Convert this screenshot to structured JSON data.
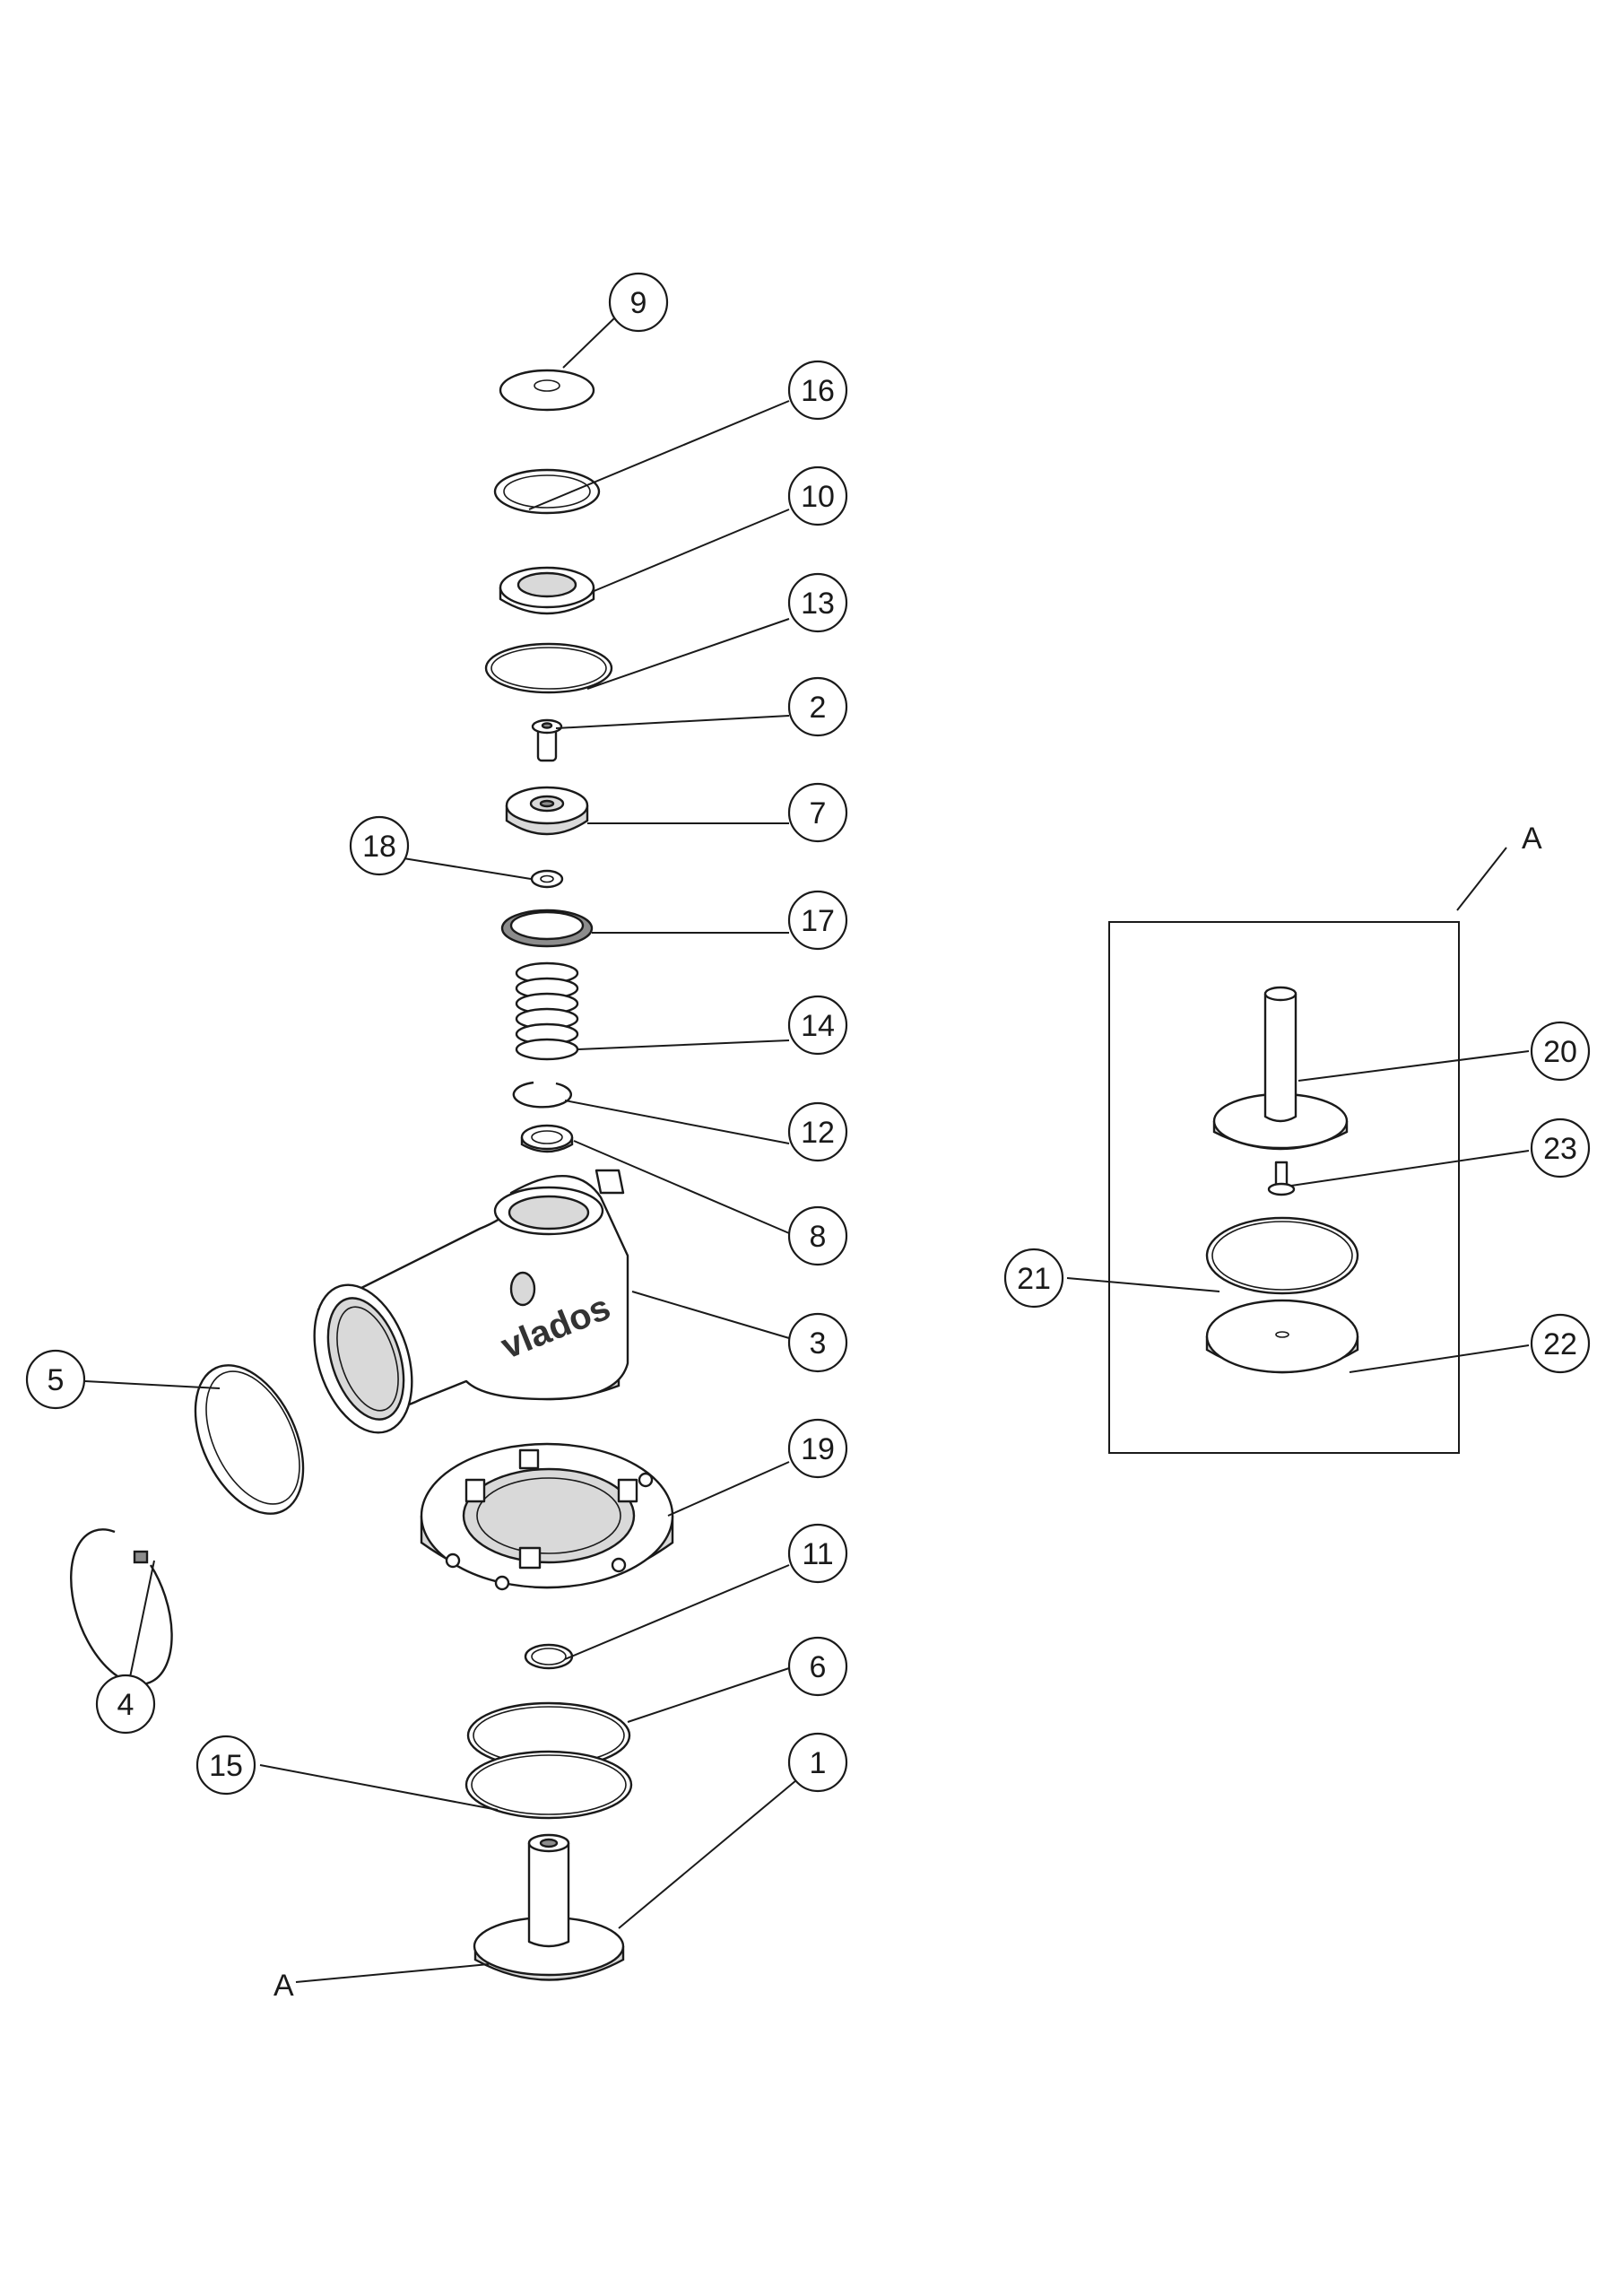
{
  "drawing": {
    "detail_view_label": "A",
    "section_marker_label": "A",
    "brand_logo": "vlados",
    "parts": [
      {
        "id": "p9",
        "number": "9",
        "name": "cap-disc"
      },
      {
        "id": "p16",
        "number": "16",
        "name": "snap-ring-top"
      },
      {
        "id": "p10",
        "number": "10",
        "name": "cover-plate"
      },
      {
        "id": "p13",
        "number": "13",
        "name": "o-ring-top"
      },
      {
        "id": "p2",
        "number": "2",
        "name": "screw"
      },
      {
        "id": "p7",
        "number": "7",
        "name": "piston"
      },
      {
        "id": "p18",
        "number": "18",
        "name": "small-washer"
      },
      {
        "id": "p17",
        "number": "17",
        "name": "seal-ring"
      },
      {
        "id": "p14",
        "number": "14",
        "name": "spring"
      },
      {
        "id": "p12",
        "number": "12",
        "name": "circlip"
      },
      {
        "id": "p8",
        "number": "8",
        "name": "bushing"
      },
      {
        "id": "p3",
        "number": "3",
        "name": "valve-body"
      },
      {
        "id": "p5",
        "number": "5",
        "name": "sleeve-ring"
      },
      {
        "id": "p4",
        "number": "4",
        "name": "retaining-ring"
      },
      {
        "id": "p19",
        "number": "19",
        "name": "flange-base"
      },
      {
        "id": "p11",
        "number": "11",
        "name": "o-ring-small"
      },
      {
        "id": "p6",
        "number": "6",
        "name": "o-ring-large"
      },
      {
        "id": "p15",
        "number": "15",
        "name": "o-ring-lower"
      },
      {
        "id": "p1",
        "number": "1",
        "name": "valve-stem-assembly"
      },
      {
        "id": "p20",
        "number": "20",
        "name": "stem-disc"
      },
      {
        "id": "p23",
        "number": "23",
        "name": "detail-screw"
      },
      {
        "id": "p21",
        "number": "21",
        "name": "detail-o-ring"
      },
      {
        "id": "p22",
        "number": "22",
        "name": "detail-disc"
      }
    ]
  }
}
